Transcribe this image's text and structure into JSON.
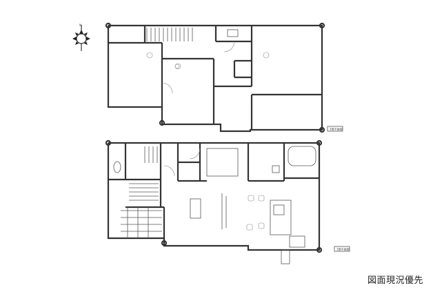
{
  "caption": "図面現況優先",
  "floor_labels": {
    "upper": "2階平面図",
    "lower": "1階平面図"
  },
  "compass": {
    "north_label": "N"
  }
}
